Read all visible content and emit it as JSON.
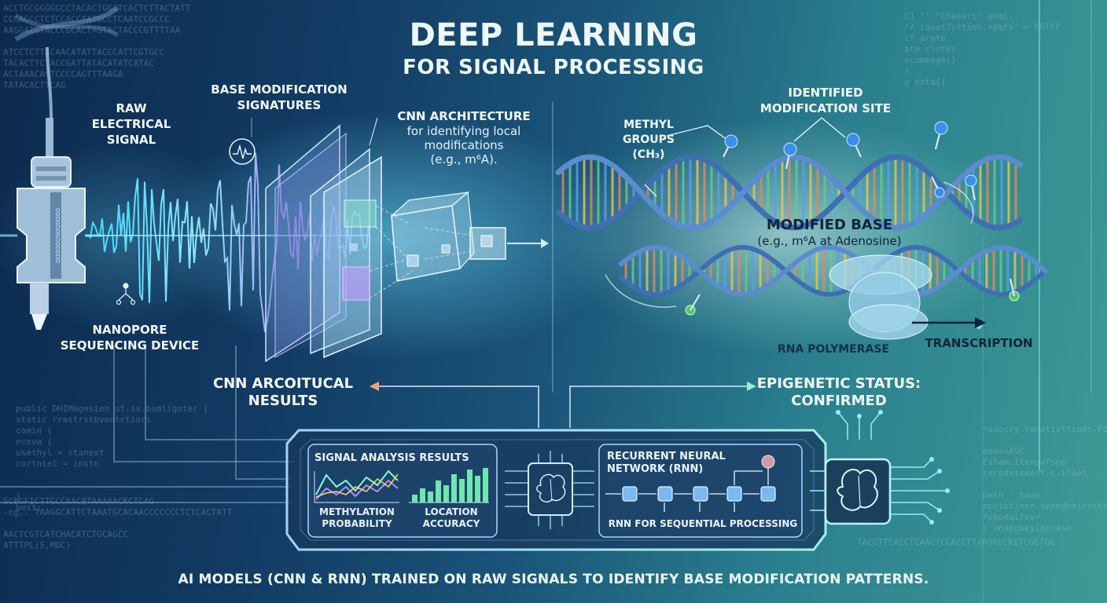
{
  "title": {
    "line1": "DEEP LEARNING",
    "line2": "FOR SIGNAL PROCESSING"
  },
  "labels": {
    "raw_signal": [
      "RAW",
      "ELECTRICAL",
      "SIGNAL"
    ],
    "base_mod": [
      "BASE MODIFICATION",
      "SIGNATURES"
    ],
    "cnn_arch_title": "CNN ARCHITECTURE",
    "cnn_arch_desc": [
      "for identifying local",
      "modifications",
      "(e.g., m⁶A)."
    ],
    "nanopore": [
      "NANOPORE",
      "SEQUENCING DEVICE"
    ],
    "methyl": [
      "METHYL",
      "GROUPS",
      "(CH₃)"
    ],
    "identified_site": [
      "IDENTIFIED",
      "MODIFICATION SITE"
    ],
    "modified_base_title": "MODIFIED BASE",
    "modified_base_desc": "(e.g., m⁶A at Adenosine)",
    "rna_polymerase": "RNA POLYMERASE",
    "transcription": "TRANSCRIPTION",
    "cnn_results": [
      "CNN ARCOITUCAL",
      "NESULTS"
    ],
    "epigenetic": [
      "EPIGENETIC STATUS:",
      "CONFIRMED"
    ],
    "device_text": "DDOGDDGDDDDDD"
  },
  "panel": {
    "signal_title": "SIGNAL ANALYSIS RESULTS",
    "methylation": [
      "METHYLATION",
      "PROBABILITY"
    ],
    "location": [
      "LOCATION",
      "ACCURACY"
    ],
    "rnn_title": [
      "RECURRENT NEURAL",
      "NETWORK (RNN)"
    ],
    "rnn_caption": "RNN FOR SEQUENTIAL PROCESSING"
  },
  "caption": "AI MODELS (CNN & RNN) TRAINED ON RAW SIGNALS TO IDENTIFY BASE MODIFICATION PATTERNS.",
  "code_left": [
    "public DHIMagesien_ut.is.bsmlignter {",
    "    static rrastrstbvontrtiors",
    "        comin {",
    "            eceva {",
    "              usethyl = stanest",
    "              cortniel = instn",
    "",
    "",
    "        }",
    "        best;"
  ],
  "code_left_top": [
    "ACCTGCGGGGGCCTACACTGGCTCACTCTTACTATT",
    "CCGAGCCTCTCCACCTATGCCTCAATCCGCCC",
    "AAGGATGTACCCGCACTAGTACTACCCGTTTTAA",
    "",
    "ATCCTCTTACAACATATTACCCATTCGTGCC",
    "TACACTTCTACCGATTATACATATCATAC",
    "ACTAAACACTCCCCAGTTTAAGA",
    "TATACACTTCAG"
  ],
  "code_left_bottom": [
    "SCEGFICTTGCCAACBTAAAAACKCTCAG",
    "-cg.. TAAGGCATTCTAAATGCACAACCCCCCCTCTCACTATT",
    "",
    "AACTCGTCATCHACATCTGCAGCC",
    "ATTTPL(S,MOC)"
  ],
  "code_right": [
    "C1   '' \"Chaeari\"   anac..",
    "// iaset7sttion.+pars' = SSTFF",
    "    cT  arate",
    "    ate  clote(",
    "    acommage()",
    "    )",
    "   g  eata{{"
  ],
  "code_right_bottom": [
    "<ssocry.ronativttiods.Pcs",
    "",
    "   aeas>ASC",
    "   Estam.itangofnoe",
    "   {erodeisment.c.itaet",
    "",
    "   path - taan",
    "   apristinen.spondheirestr",
    "      febodaitex=",
    "   ('anapobeyimcrase"
  ],
  "code_right_gene": "TACGTTCACCTCAACTCCACCTTAR0AECRITCGETGG"
}
